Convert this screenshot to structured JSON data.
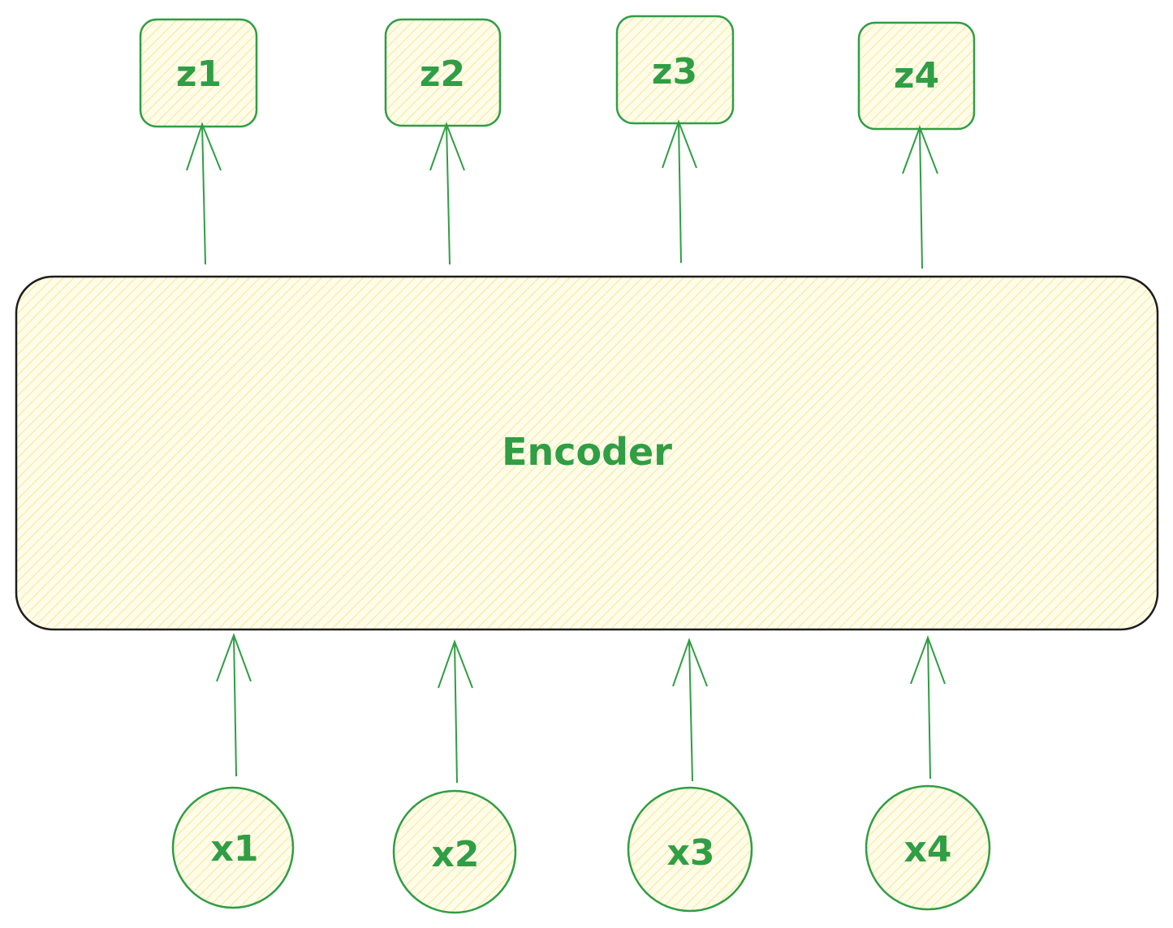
{
  "diagram": {
    "encoder_label": "Encoder",
    "outputs": [
      "z1",
      "z2",
      "z3",
      "z4"
    ],
    "inputs": [
      "x1",
      "x2",
      "x3",
      "x4"
    ]
  },
  "colors": {
    "stroke_green": "#2f9e44",
    "fill_yellow": "#fff9db",
    "hatch_yellow": "#ffec99",
    "encoder_stroke": "#1e1e1e"
  }
}
